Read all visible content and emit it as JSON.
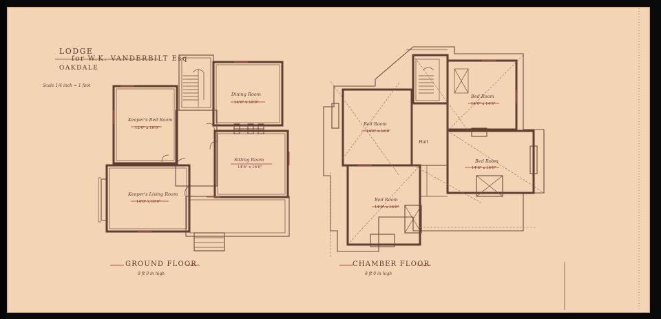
{
  "title": {
    "line1": "LODGE",
    "line2": "for W.K. VANDERBILT Esq",
    "line3": "OAKDALE",
    "scale": "Scale 1/4 inch = 1 foot"
  },
  "ground_floor": {
    "label": "GROUND FLOOR",
    "height": "9 ft 0 in high",
    "rooms": [
      {
        "name": "Keeper's Bed Room",
        "dims": "12'6\" x 16'0\""
      },
      {
        "name": "Dining Room",
        "dims": "14'6\" x 16'0\""
      },
      {
        "name": "Sitting Room",
        "dims": "14'6\" x 16'0\""
      },
      {
        "name": "Keeper's Living Room",
        "dims": "14'0\" x 16'0\""
      }
    ]
  },
  "chamber_floor": {
    "label": "CHAMBER FLOOR",
    "height": "8 ft 0 in high",
    "rooms": [
      {
        "name": "Bed Room",
        "dims": "14'6\" x 16'0\""
      },
      {
        "name": "Bed Room",
        "dims": "14'0\" x 14'6\""
      },
      {
        "name": "Hall",
        "dims": ""
      },
      {
        "name": "Bed Room",
        "dims": "14'6\" x 16'0\""
      },
      {
        "name": "Bed Room",
        "dims": "14'0\" x 16'0\""
      }
    ]
  }
}
